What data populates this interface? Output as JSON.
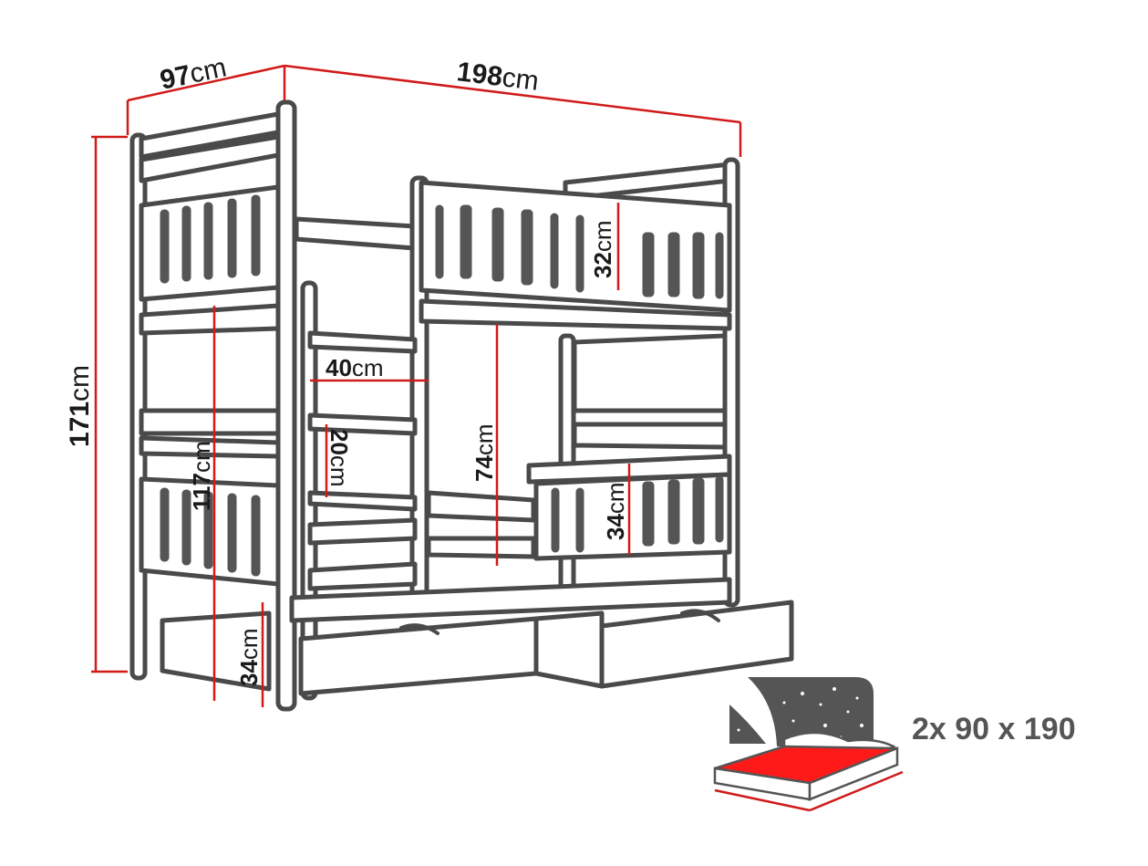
{
  "dimensions": {
    "depth": {
      "value": "97",
      "unit": "cm"
    },
    "length": {
      "value": "198",
      "unit": "cm"
    },
    "height": {
      "value": "171",
      "unit": "cm"
    },
    "upper_rail": {
      "value": "32",
      "unit": "cm"
    },
    "ladder_width": {
      "value": "40",
      "unit": "cm"
    },
    "ladder_step": {
      "value": "20",
      "unit": "cm"
    },
    "lower_clearance": {
      "value": "74",
      "unit": "cm"
    },
    "upper_bed_height": {
      "value": "117",
      "unit": "cm"
    },
    "lower_rail": {
      "value": "34",
      "unit": "cm"
    },
    "drawer_height": {
      "value": "34",
      "unit": "cm"
    }
  },
  "mattress": {
    "label": "2x 90 x 190"
  },
  "colors": {
    "dimension_line": "#d11a1a",
    "frame": "#4a4a4a",
    "mattress": "#ff1a1a"
  }
}
